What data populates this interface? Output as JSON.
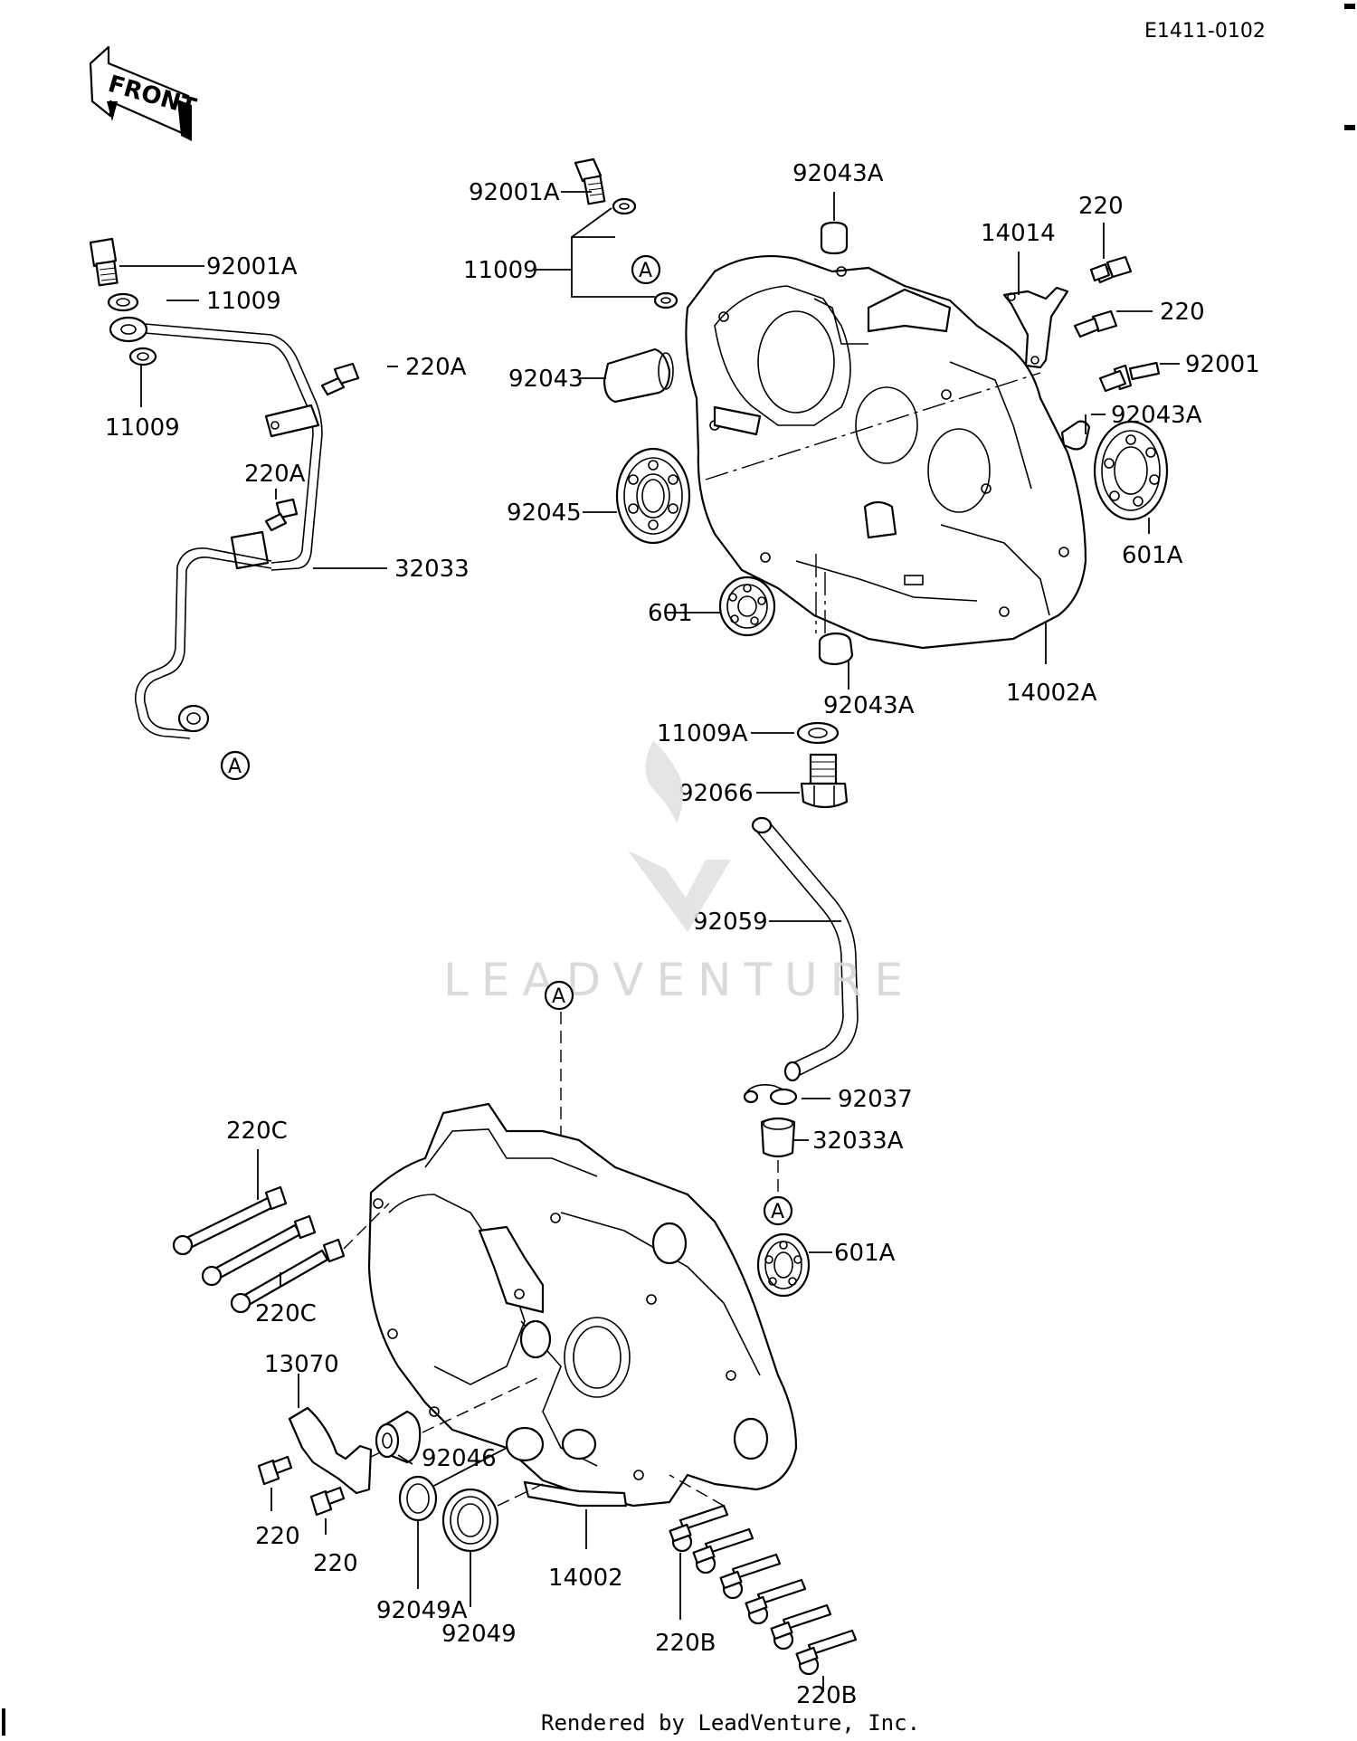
{
  "diagram_id": "E1411-0102",
  "front_label": "FRONT",
  "ref_marker": "A",
  "watermark": "LEADVENTURE",
  "footer": "Rendered by LeadVenture, Inc.",
  "labels": {
    "p92001A_pipe": "92001A",
    "p11009_top": "11009",
    "p11009_bottom": "11009",
    "p220A_upper": "220A",
    "p220A_lower": "220A",
    "p32033": "32033",
    "p92001A_case": "92001A",
    "p11009_case": "11009",
    "p92043": "92043",
    "p92043A_top": "92043A",
    "p14014": "14014",
    "p220_top": "220",
    "p220_mid": "220",
    "p92001": "92001",
    "p92043A_right": "92043A",
    "p92045": "92045",
    "p601A_top": "601A",
    "p601": "601",
    "p92043A_bottom": "92043A",
    "p14002A": "14002A",
    "p11009A": "11009A",
    "p92066": "92066",
    "p92059": "92059",
    "p92037": "92037",
    "p32033A": "32033A",
    "p601A_bottom": "601A",
    "p220C_top": "220C",
    "p220C_bottom": "220C",
    "p13070": "13070",
    "p92046": "92046",
    "p220_left": "220",
    "p220_right": "220",
    "p92049A": "92049A",
    "p92049": "92049",
    "p14002": "14002",
    "p220B_left": "220B",
    "p220B_right": "220B"
  }
}
